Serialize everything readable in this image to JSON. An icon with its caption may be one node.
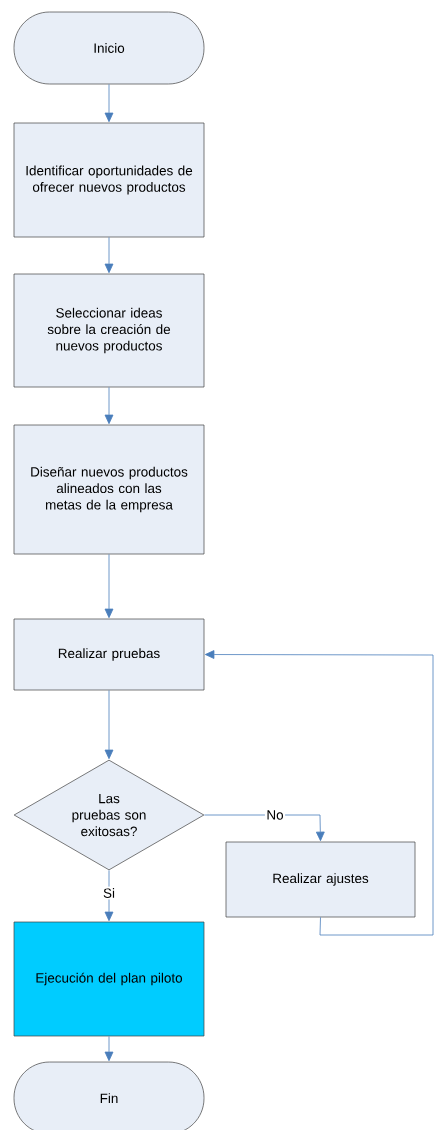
{
  "diagram": {
    "nodes": [
      {
        "text": [
          "Inicio"
        ]
      },
      {
        "text": [
          "Identificar oportunidades de ofrecer nuevos productos"
        ]
      },
      {
        "text": [
          "Seleccionar ideas sobre la creación de nuevos productos"
        ]
      },
      {
        "text": [
          "Diseñar nuevos productos alineados con las metas de la empresa"
        ]
      },
      {
        "text": [
          "Realizar pruebas"
        ]
      },
      {
        "text": [
          "Las pruebas son exitosas?"
        ]
      },
      {
        "text": [
          "Realizar ajustes"
        ]
      },
      {
        "text": [
          "Ejecución del plan piloto"
        ]
      },
      {
        "text": [
          "Fin"
        ]
      }
    ],
    "edges": [
      {
        "from": 0,
        "to": 1,
        "arrow": "to"
      },
      {
        "from": 1,
        "to": 2,
        "arrow": "to"
      },
      {
        "from": 2,
        "to": 3,
        "arrow": "to"
      },
      {
        "from": 3,
        "to": 4,
        "arrow": "to"
      },
      {
        "from": 4,
        "to": 5,
        "arrow": "to"
      },
      {
        "from": 5,
        "to": 6,
        "label": "No",
        "arrow": "to"
      },
      {
        "from": 5,
        "to": 7,
        "label": "Si",
        "arrow": "to"
      },
      {
        "from": 6,
        "to": 4,
        "arrow": "to"
      },
      {
        "from": 7,
        "to": 8,
        "arrow": "to"
      }
    ]
  }
}
